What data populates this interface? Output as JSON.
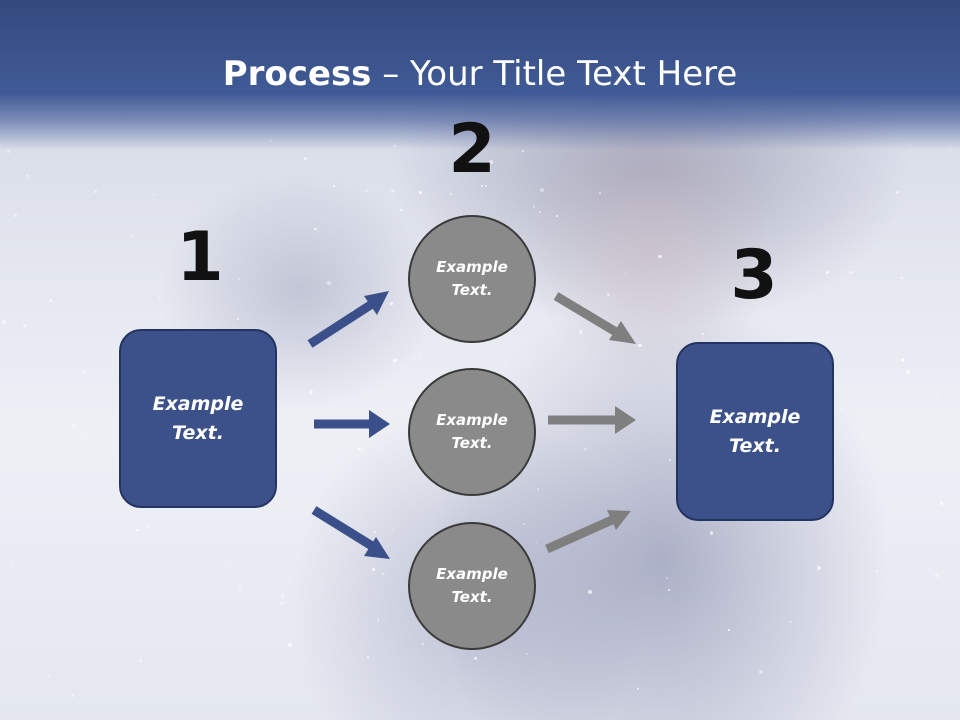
{
  "title": {
    "bold": "Process",
    "rest": " – Your Title Text Here"
  },
  "steps": {
    "one": "1",
    "two": "2",
    "three": "3"
  },
  "left_box": {
    "text": "Example Text."
  },
  "right_box": {
    "text": "Example Text."
  },
  "circles": [
    {
      "text": "Example Text."
    },
    {
      "text": "Example Text."
    },
    {
      "text": "Example Text."
    }
  ],
  "colors": {
    "title_band": "#405a96",
    "box_fill": "#3c5089",
    "circle_fill": "#8a8a8a",
    "blue_arrow": "#3b4f8a",
    "gray_arrow": "#7f7f7f"
  }
}
